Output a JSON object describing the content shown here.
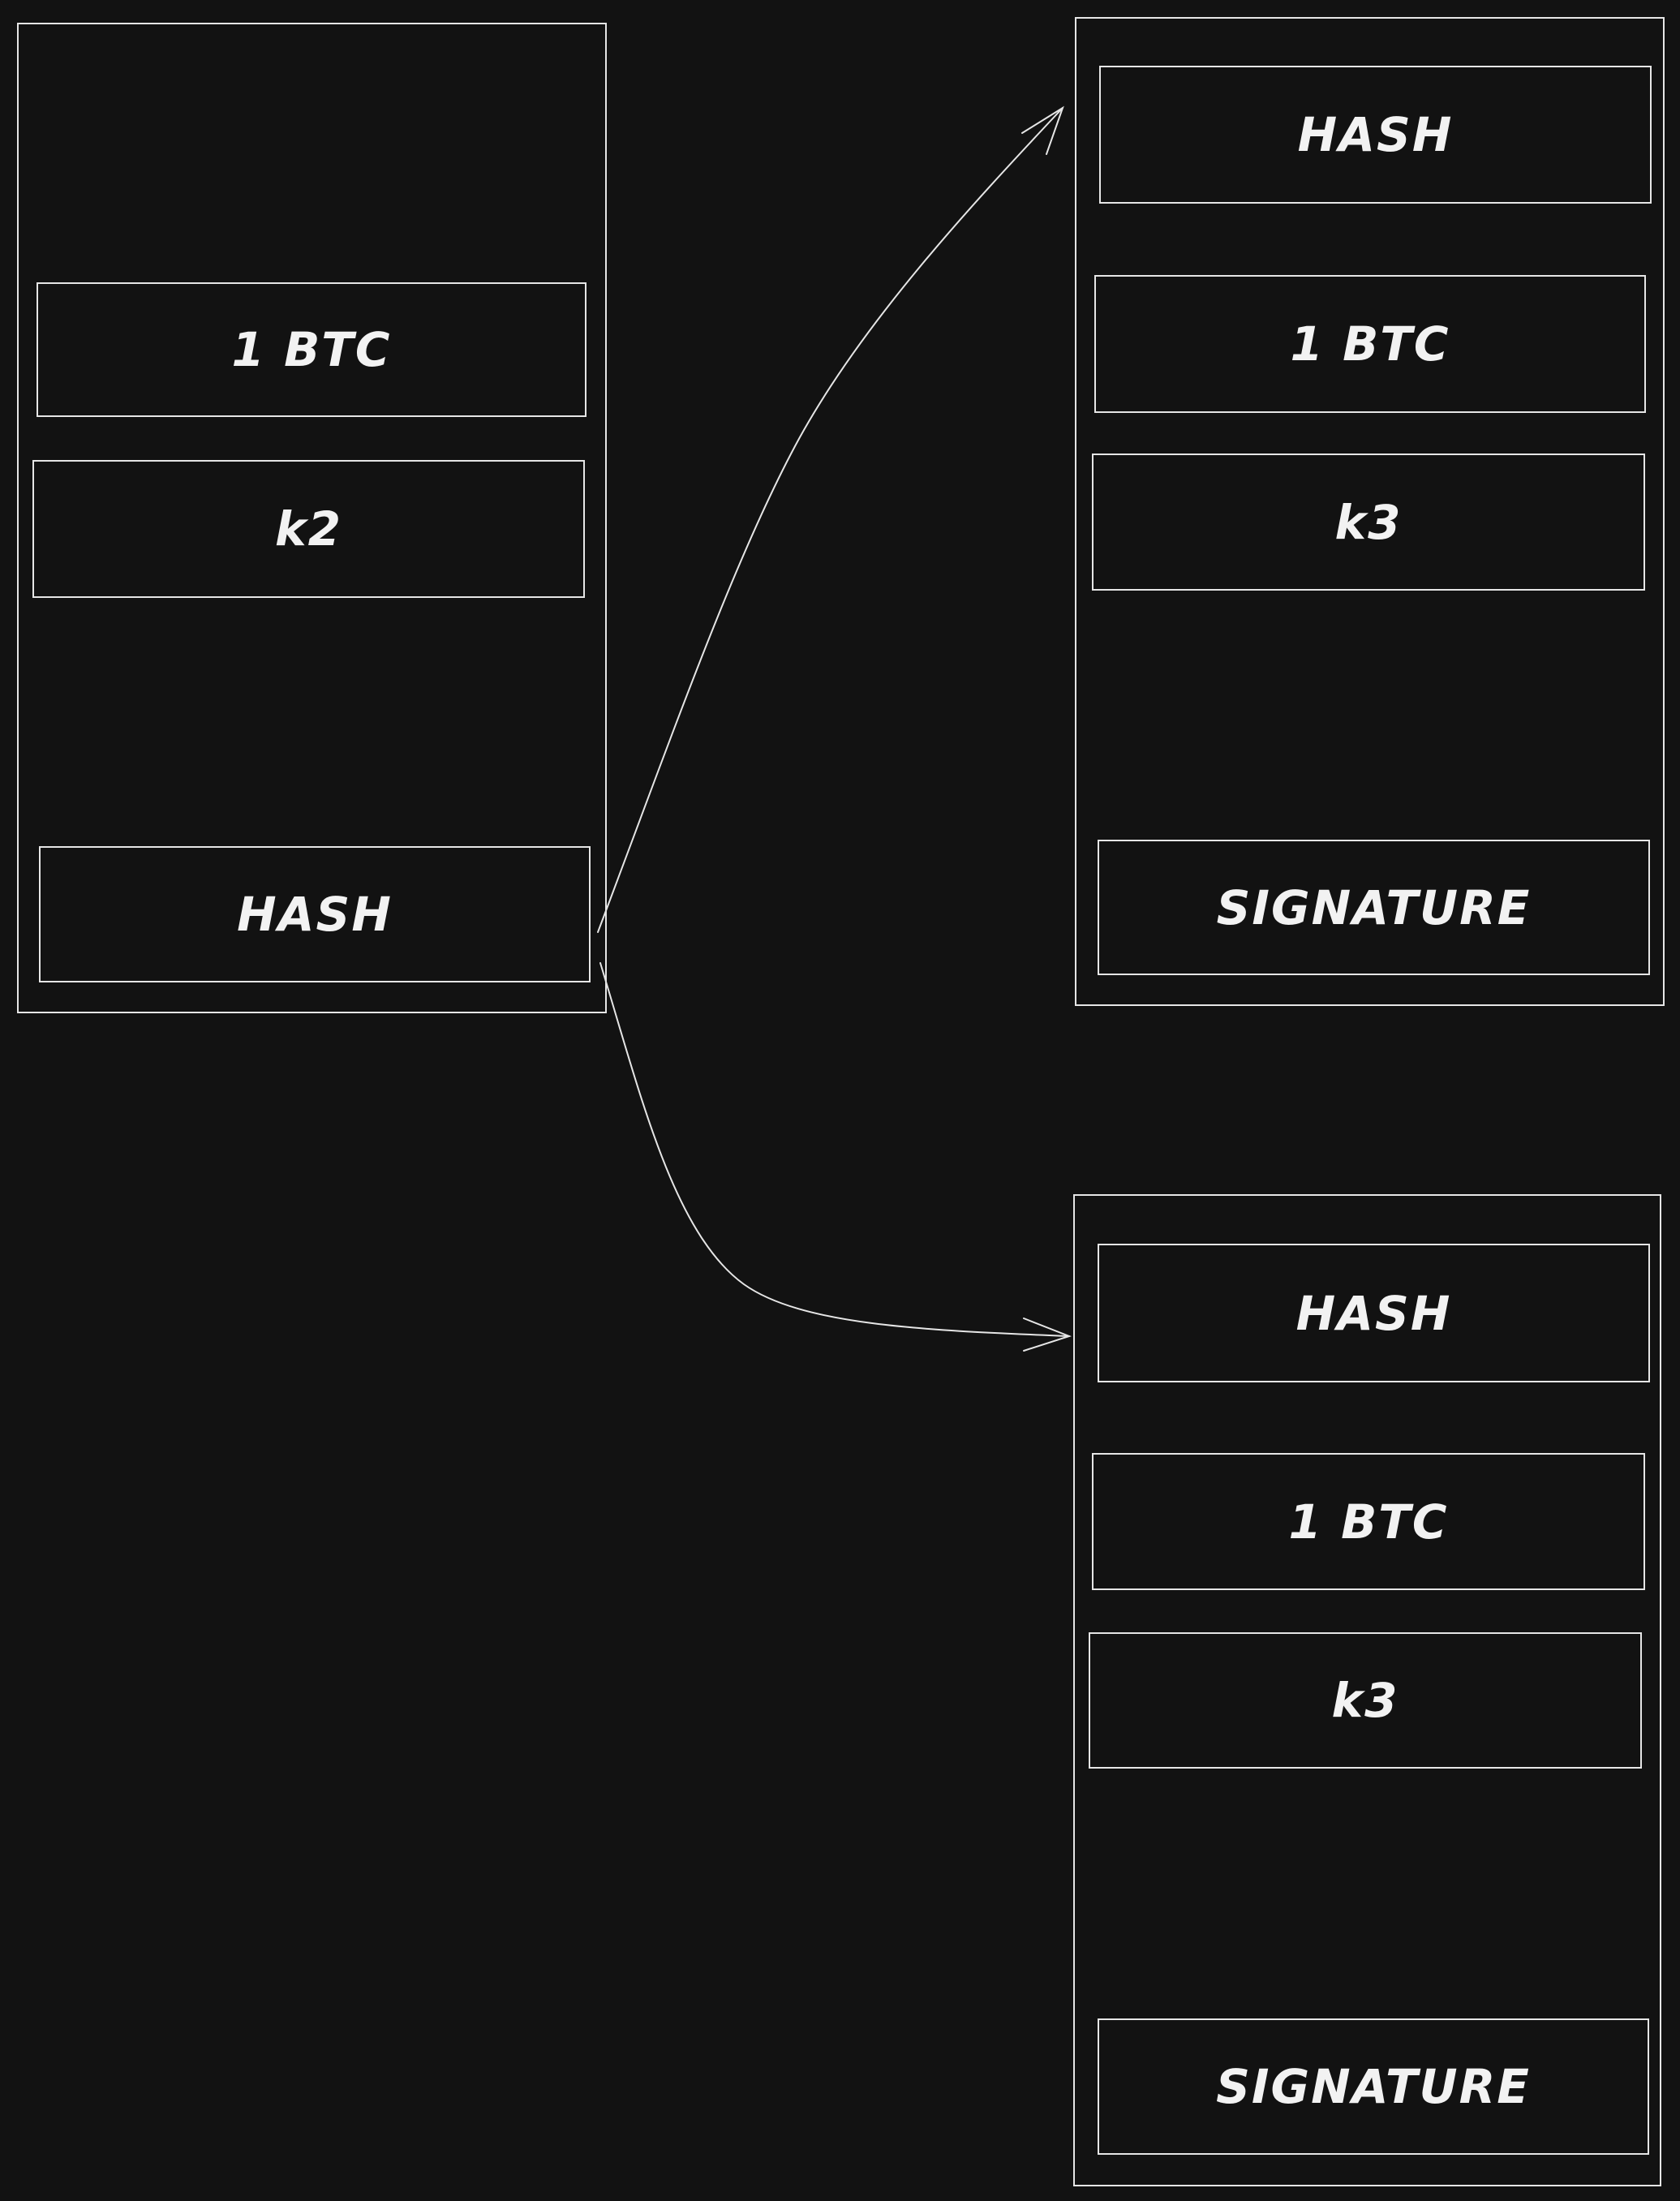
{
  "colors": {
    "background": "#121212",
    "stroke": "#e6e6e6",
    "text": "#f2f2f2"
  },
  "source_tx": {
    "amount": "1 BTC",
    "key": "k2",
    "hash": "HASH"
  },
  "tx_top": {
    "hash": "HASH",
    "amount": "1 BTC",
    "key": "k3",
    "signature": "SIGNATURE"
  },
  "tx_bottom": {
    "hash": "HASH",
    "amount": "1 BTC",
    "key": "k3",
    "signature": "SIGNATURE"
  }
}
